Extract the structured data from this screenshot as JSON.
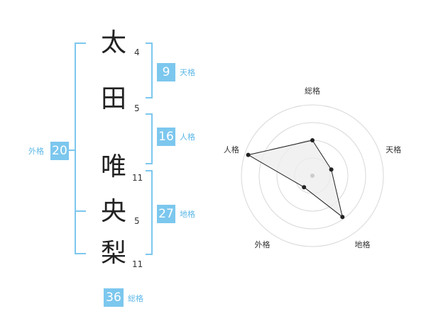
{
  "name": {
    "chars": [
      "太",
      "田",
      "唯",
      "央",
      "梨"
    ],
    "strokes": [
      "4",
      "5",
      "11",
      "5",
      "11"
    ]
  },
  "kakusu": {
    "tenkaku": {
      "value": "9",
      "label": "天格"
    },
    "jinkaku": {
      "value": "16",
      "label": "人格"
    },
    "chikaku": {
      "value": "27",
      "label": "地格"
    },
    "gaikaku": {
      "value": "20",
      "label": "外格"
    },
    "soukaku": {
      "value": "36",
      "label": "総格"
    }
  },
  "colors": {
    "accent": "#7cc7ee",
    "label": "#5eb8e8"
  },
  "radar": {
    "axes": [
      "総格",
      "天格",
      "地格",
      "外格",
      "人格"
    ],
    "values": [
      0.5,
      0.28,
      0.72,
      0.2,
      0.95
    ],
    "rings": 4
  }
}
